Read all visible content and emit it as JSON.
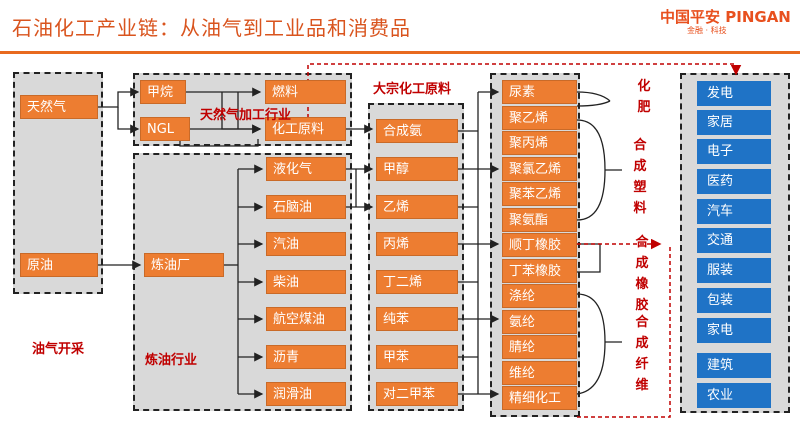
{
  "header": {
    "title": "石油化工产业链：从油气到工业品和消费品",
    "logo_cn": "中国平安",
    "logo_en": "PINGAN",
    "logo_sub": "金融 · 科技"
  },
  "sources": {
    "natural_gas": "天然气",
    "crude_oil": "原油",
    "section_label": "油气开采"
  },
  "gas_processing": {
    "label": "天然气加工行业",
    "methane": "甲烷",
    "ngl": "NGL",
    "fuel": "燃料",
    "chem_feedstock": "化工原料"
  },
  "refining": {
    "label": "炼油行业",
    "refinery": "炼油厂",
    "products": [
      "液化气",
      "石脑油",
      "汽油",
      "柴油",
      "航空煤油",
      "沥青",
      "润滑油"
    ]
  },
  "bulk_chemicals": {
    "label": "大宗化工原料",
    "items": [
      "合成氨",
      "甲醇",
      "乙烯",
      "丙烯",
      "丁二烯",
      "纯苯",
      "甲苯",
      "对二甲苯"
    ]
  },
  "derivatives": {
    "items": [
      "尿素",
      "聚乙烯",
      "聚丙烯",
      "聚氯乙烯",
      "聚苯乙烯",
      "聚氨酯",
      "顺丁橡胶",
      "丁苯橡胶",
      "涤纶",
      "氨纶",
      "腈纶",
      "维纶",
      "精细化工"
    ],
    "group_fertilizer": "化肥",
    "group_plastics": "合成塑料",
    "group_rubber": "合成橡胶",
    "group_fiber": "合成纤维"
  },
  "consumer": {
    "items": [
      "发电",
      "家居",
      "电子",
      "医药",
      "汽车",
      "交通",
      "服装",
      "包装",
      "家电",
      "建筑",
      "农业"
    ]
  }
}
